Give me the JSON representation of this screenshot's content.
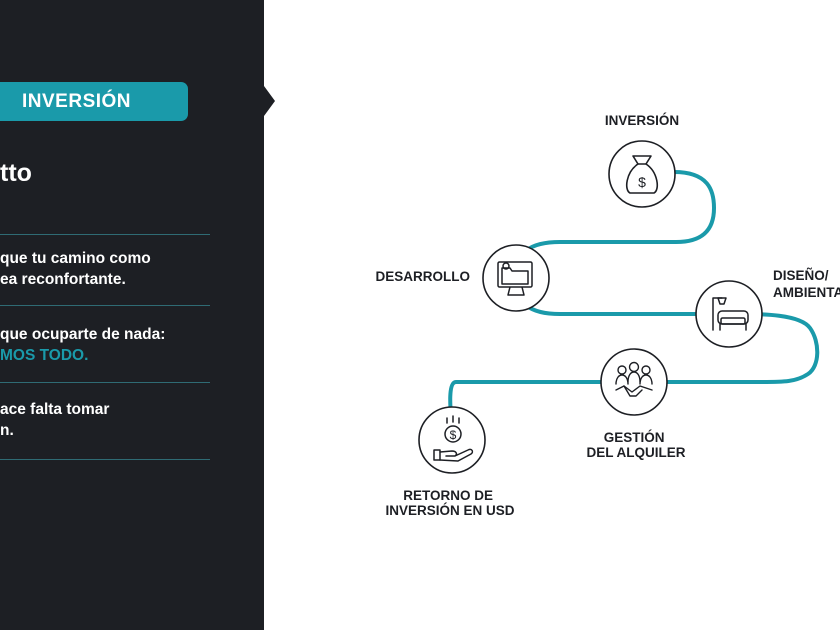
{
  "tab": {
    "label": "INVERSIÓN"
  },
  "panel": {
    "heading": "tto",
    "items": [
      {
        "line1": "que tu camino como",
        "line2": "ea reconfortante."
      },
      {
        "line1": "que ocuparte de nada:",
        "line2": "MOS TODO."
      },
      {
        "line1": "ace falta tomar",
        "line2": "n."
      }
    ]
  },
  "diagram": {
    "path_color": "#1a9aaa",
    "icon_color": "#1d1f24",
    "nodes": [
      {
        "id": "inversion",
        "icon": "money-bag-icon",
        "label_lines": [
          "INVERSIÓN"
        ]
      },
      {
        "id": "desarrollo",
        "icon": "computer-folder-icon",
        "label_lines": [
          "DESARROLLO"
        ]
      },
      {
        "id": "diseno",
        "icon": "sofa-lamp-icon",
        "label_lines": [
          "DISEÑO/",
          "AMBIENTA"
        ]
      },
      {
        "id": "gestion",
        "icon": "handshake-icon",
        "label_lines": [
          "GESTIÓN",
          "DEL ALQUILER"
        ]
      },
      {
        "id": "retorno",
        "icon": "dollar-hand-icon",
        "label_lines": [
          "RETORNO DE",
          "INVERSIÓN EN USD"
        ]
      }
    ]
  }
}
